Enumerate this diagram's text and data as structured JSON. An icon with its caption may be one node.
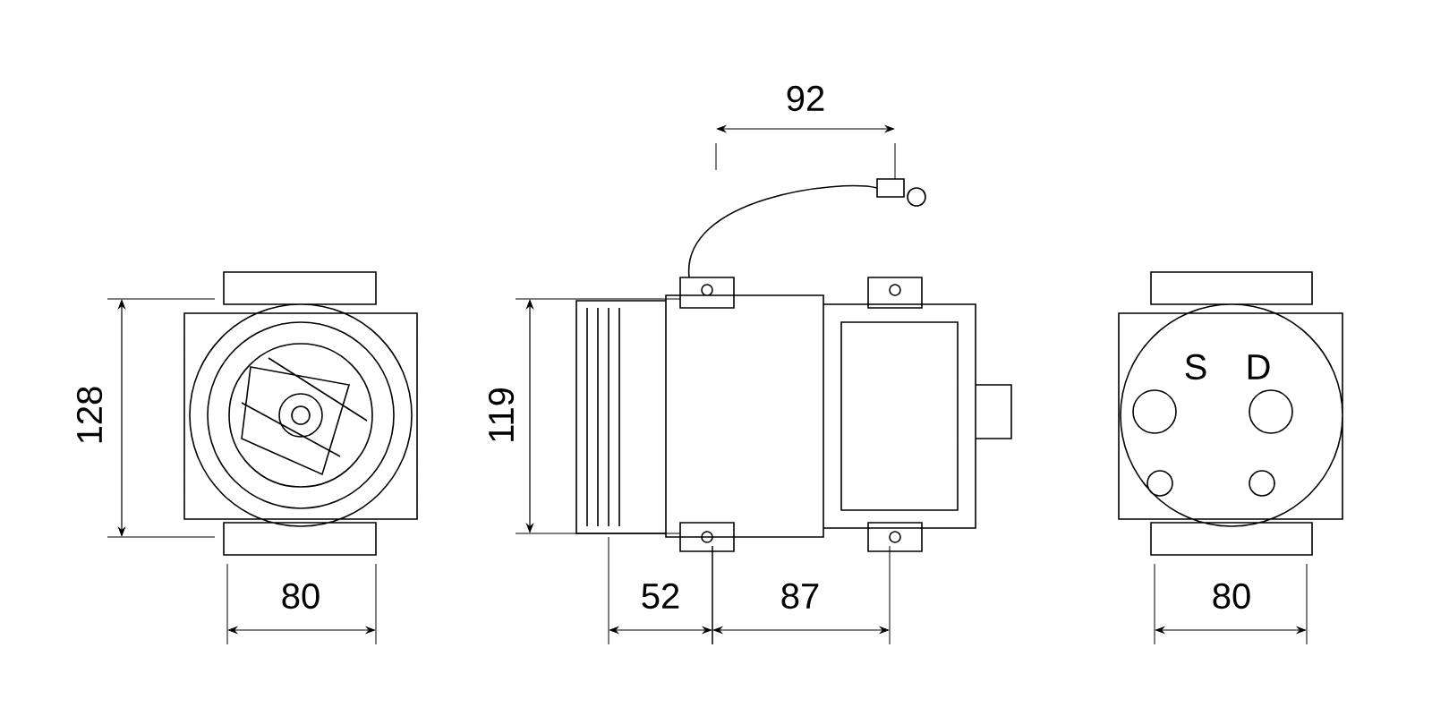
{
  "diagram": {
    "labels": [
      "92",
      "128",
      "119",
      "S",
      "D",
      "80",
      "52",
      "87",
      "80"
    ]
  }
}
